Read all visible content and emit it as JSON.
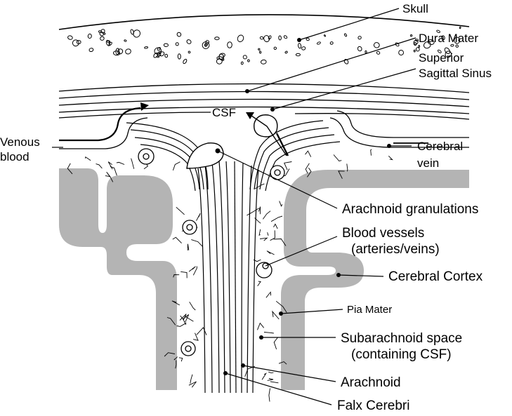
{
  "colors": {
    "ink": "#000000",
    "cortex": "#b4b4b4",
    "background": "#ffffff"
  },
  "labels": {
    "skull": "Skull",
    "dura_mater": "Dura Mater",
    "superior_sagittal_sinus_1": "Superior",
    "superior_sagittal_sinus_2": "Sagittal Sinus",
    "csf": "CSF",
    "venous_blood_1": "Venous",
    "venous_blood_2": "blood",
    "cerebral_vein_1": "Cerebral",
    "cerebral_vein_2": "vein",
    "arachnoid_granulations": "Arachnoid granulations",
    "blood_vessels_1": "Blood vessels",
    "blood_vessels_2": "(arteries/veins)",
    "cerebral_cortex": "Cerebral Cortex",
    "pia_mater": "Pia Mater",
    "subarachnoid_space_1": "Subarachnoid space",
    "subarachnoid_space_2": "(containing CSF)",
    "arachnoid": "Arachnoid",
    "falx_cerebri": "Falx Cerebri"
  }
}
